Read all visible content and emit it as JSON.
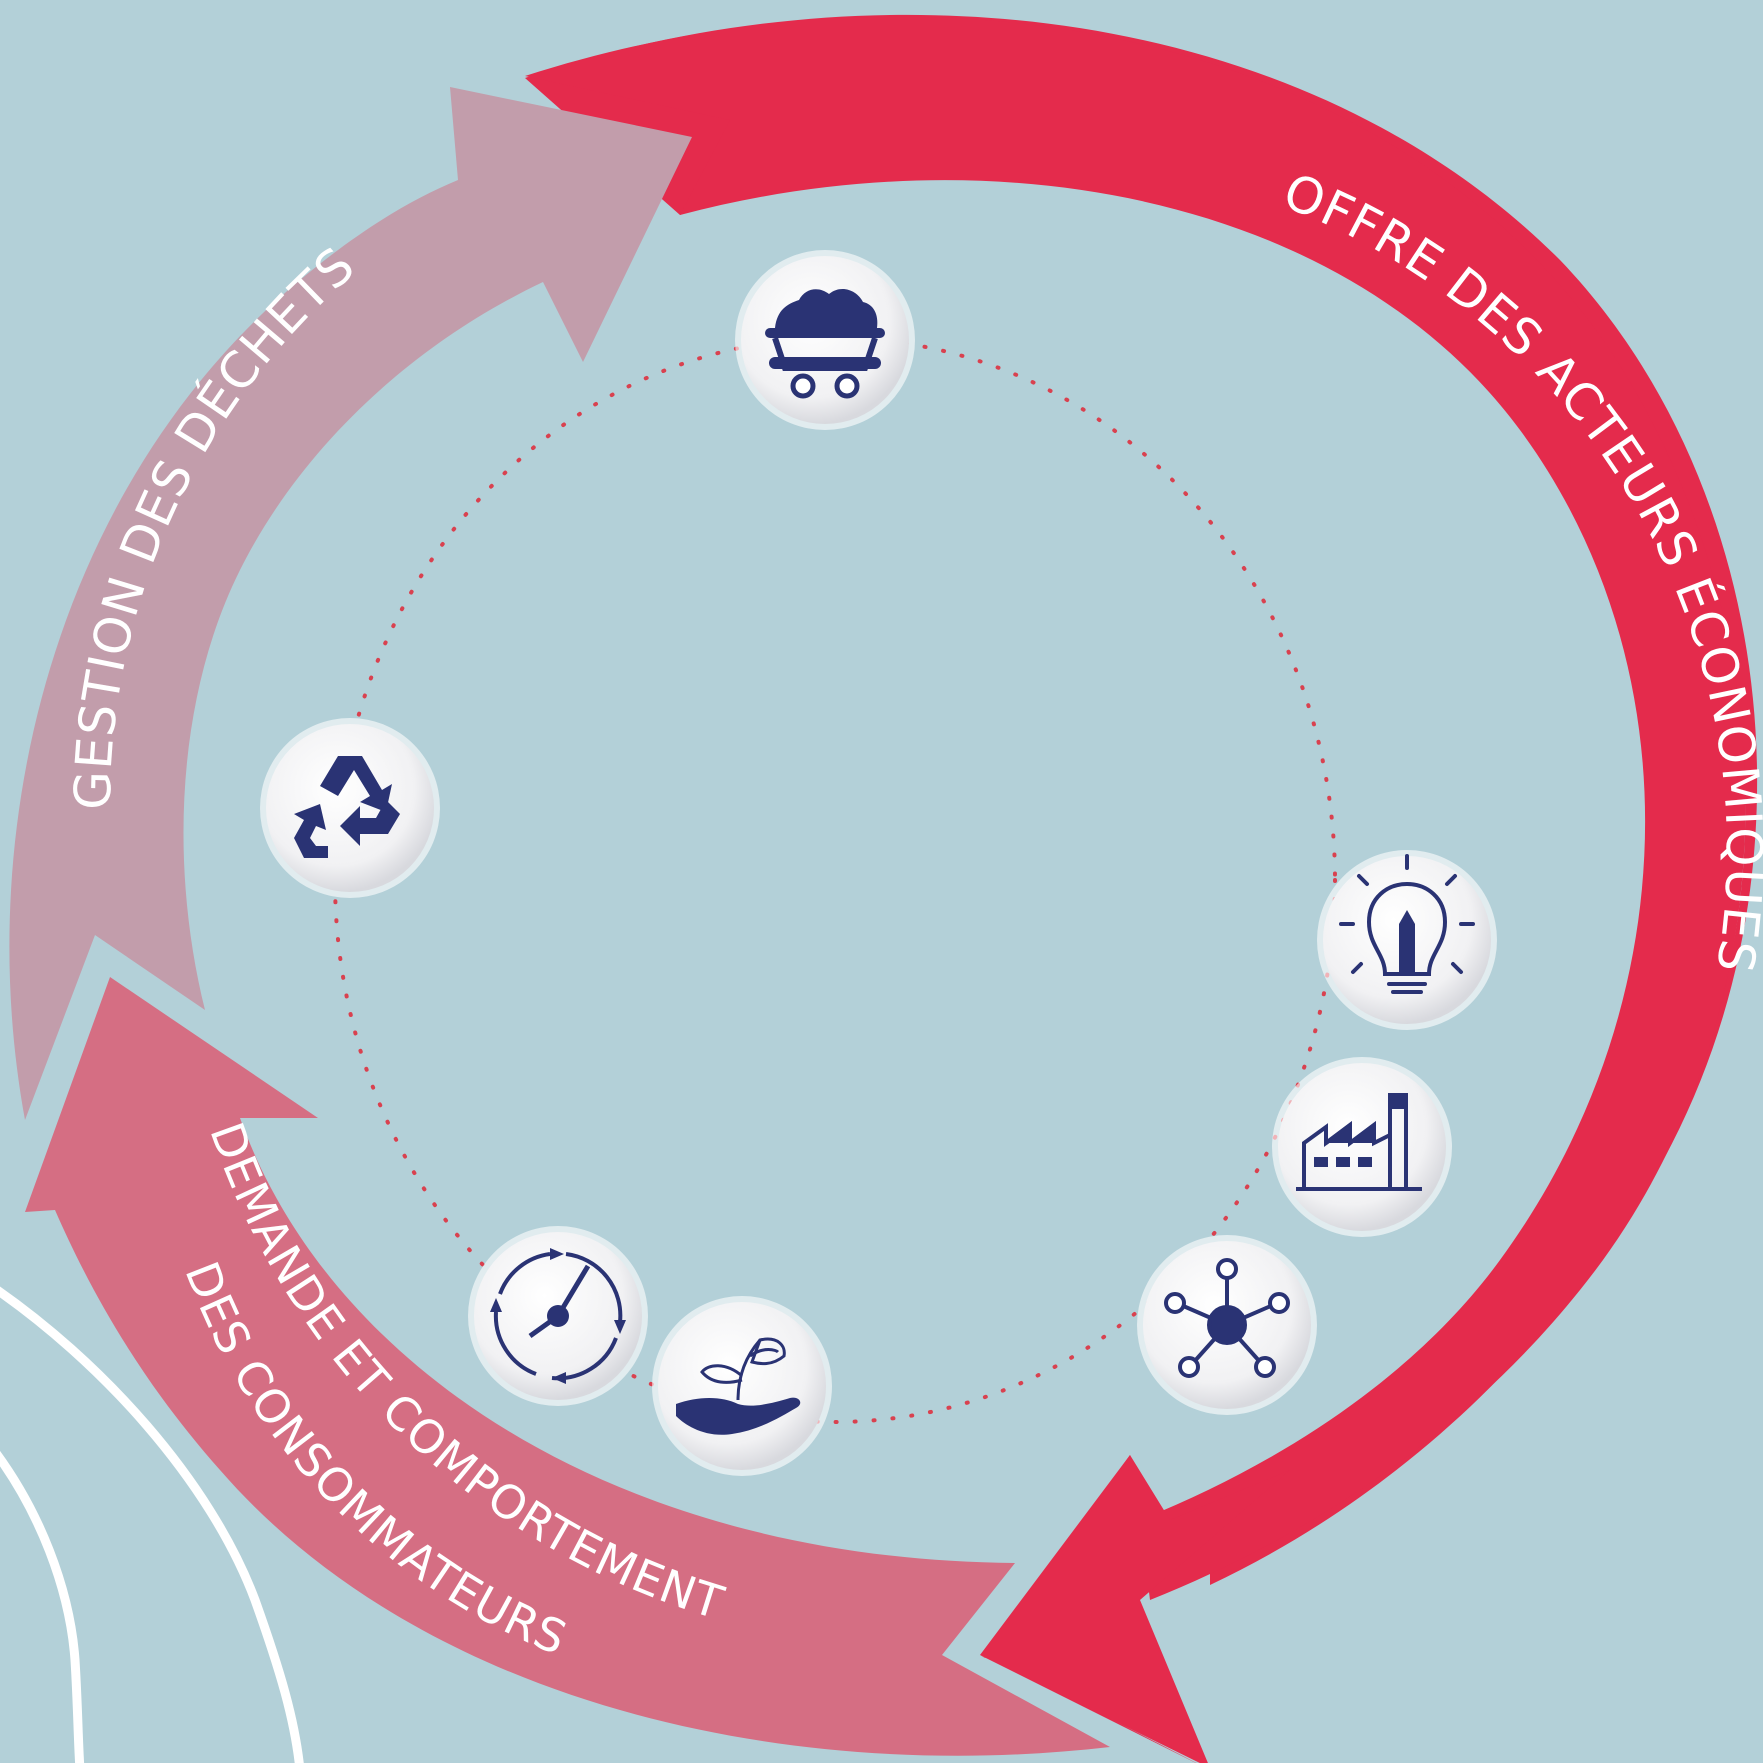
{
  "colors": {
    "background": "#b3d0d8",
    "arrow_offre": "#e42b4c",
    "arrow_gestion": "#c29dab",
    "arrow_demande": "#d56e83",
    "icon_navy": "#2a3374",
    "dotted_ring": "#d9414f",
    "label_text": "#ffffff"
  },
  "arrows": {
    "offre": {
      "label": "OFFRE DES ACTEURS ÉCONOMIQUES"
    },
    "gestion": {
      "label": "GESTION DES DÉCHETS"
    },
    "demande": {
      "label_line1": "DEMANDE ET COMPORTEMENT",
      "label_line2": "DES CONSOMMATEURS"
    }
  },
  "icons": [
    {
      "name": "mine-cart-icon"
    },
    {
      "name": "lightbulb-pencil-icon"
    },
    {
      "name": "factory-icon"
    },
    {
      "name": "network-hub-icon"
    },
    {
      "name": "hand-plant-icon"
    },
    {
      "name": "clock-cycle-icon"
    },
    {
      "name": "recycle-icon"
    }
  ]
}
